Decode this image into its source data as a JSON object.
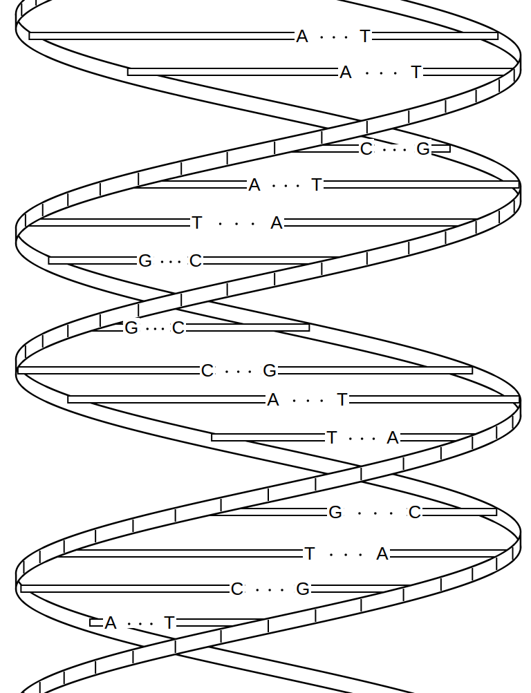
{
  "diagram": {
    "labels": [
      "A",
      "T",
      "A",
      "T",
      "C",
      "G",
      "A",
      "T",
      "T",
      "A",
      "G",
      "C",
      "G",
      "C",
      "C",
      "G",
      "A",
      "T",
      "T",
      "A",
      "G",
      "C",
      "T",
      "A",
      "C",
      "G",
      "A",
      "T"
    ]
  }
}
